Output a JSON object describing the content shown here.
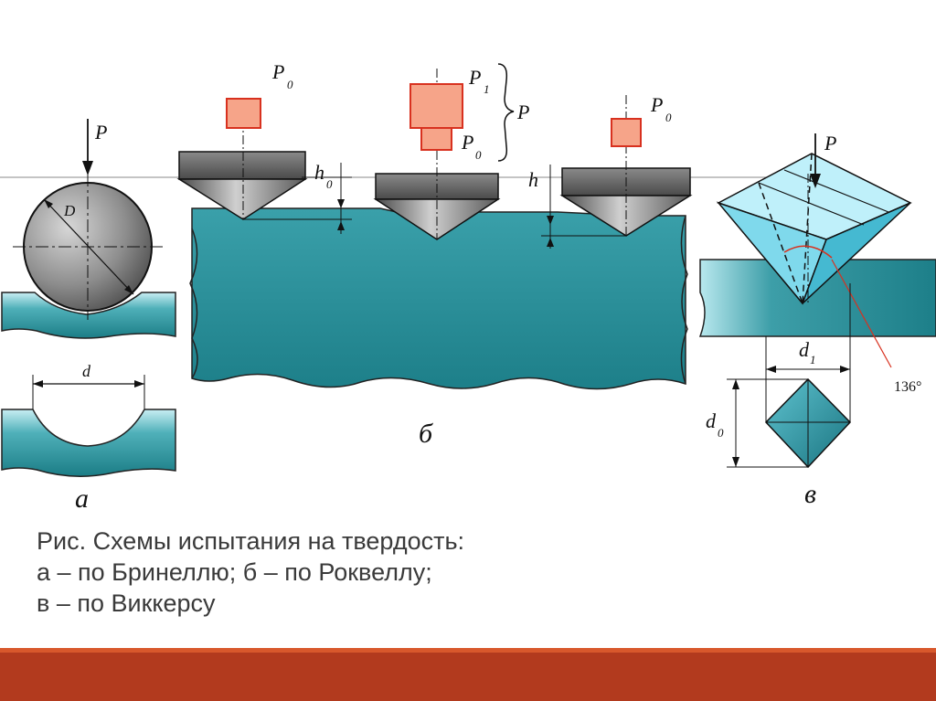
{
  "labels": {
    "P": "P",
    "D": "D",
    "d": "d",
    "a": "а",
    "b": "б",
    "v": "в",
    "P0_main": "P",
    "P0_sub": "0",
    "P1_main": "P",
    "P1_sub": "1",
    "h0_main": "h",
    "h0_sub": "0",
    "h": "h",
    "d1_main": "d",
    "d1_sub": "1",
    "d0_main": "d",
    "d0_sub": "0",
    "angle": "136°"
  },
  "caption": {
    "line1": "Рис. Схемы испытания на твердость:",
    "line2": "а – по Бринеллю; б – по Роквеллу;",
    "line3": "в – по Виккерсу"
  },
  "colors": {
    "metal": "#2a8f98",
    "metal_light": "#c9eef3",
    "weight": "#f6a489",
    "weight_stroke": "#d8311f",
    "diamond": "#6fd6ea",
    "accent": "#b23a1e"
  }
}
